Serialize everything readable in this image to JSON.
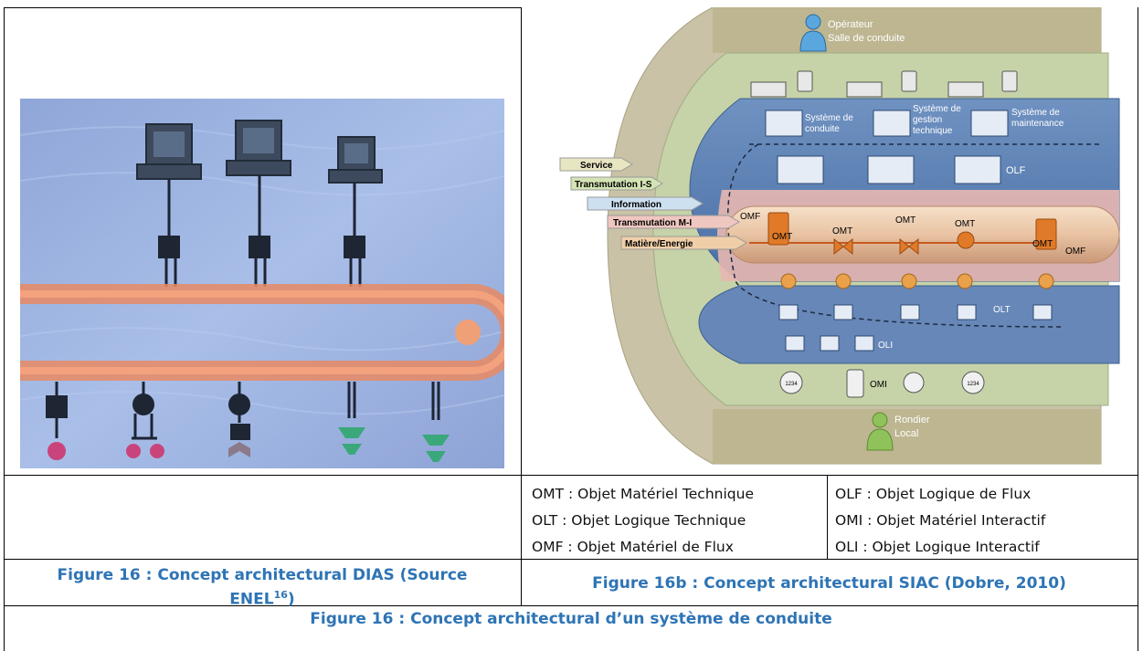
{
  "diagram": {
    "operator_label": "Opérateur",
    "operator_sub": "Salle de conduite",
    "systems": [
      "Système de conduite",
      "Système de gestion technique",
      "Système de maintenance"
    ],
    "layer_olf": "OLF",
    "flow_arrows": [
      "Service",
      "Transmutation I-S",
      "Information",
      "Transmutation M-I",
      "Matière/Energie"
    ],
    "omf_left": "OMF",
    "omf_right": "OMF",
    "omt_labels": [
      "OMT",
      "OMT",
      "OMT",
      "OMT",
      "OMT"
    ],
    "layer_olt": "OLT",
    "layer_oli": "OLI",
    "layer_omi": "OMI",
    "meter_text": "1234",
    "rondier_label": "Rondier",
    "rondier_sub": "Local"
  },
  "legend": {
    "left": [
      "OMT : Objet Matériel Technique",
      "OLT : Objet Logique Technique",
      "OMF : Objet Matériel de Flux"
    ],
    "right": [
      "OLF : Objet Logique de Flux",
      "OMI : Objet Matériel Interactif",
      "OLI : Objet Logique Interactif"
    ]
  },
  "captions": {
    "left_main": "Figure 16 : Concept architectural DIAS (Source",
    "left_enel": "ENEL",
    "left_sup": "16",
    "left_close": ")",
    "right": "Figure 16b : Concept architectural SIAC (Dobre, 2010)",
    "bottom": "Figure 16 : Concept architectural d’un système de conduite"
  }
}
